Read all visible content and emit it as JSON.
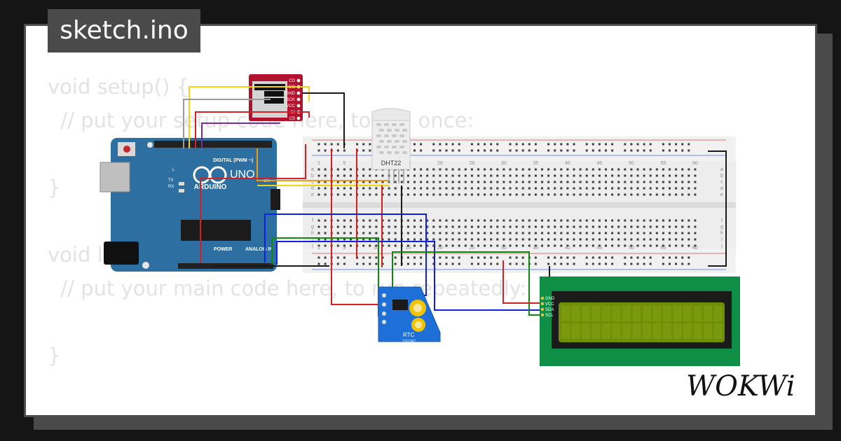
{
  "file_tab": {
    "title": "sketch.ino"
  },
  "code_lines": [
    "void setup() {",
    "  // put your setup code here, to run once:",
    "",
    "}",
    "",
    "void loop() {",
    "  // put your main code here, to run repeatedly:",
    "",
    "}"
  ],
  "arduino": {
    "board_name": "UNO",
    "brand": "ARDUINO",
    "digital_header": "DIGITAL (PWM ~)",
    "power_header": "POWER",
    "analog_header": "ANALOG IN",
    "led_labels": [
      "L",
      "TX",
      "RX",
      "ON"
    ],
    "color": "#2c6fa0"
  },
  "sd_module": {
    "pins": [
      "CD",
      "DO",
      "GND",
      "SCK",
      "VCC",
      "DI",
      "CS"
    ],
    "color": "#b3122e"
  },
  "dht22": {
    "label": "DHT22"
  },
  "rtc": {
    "label": "RTC",
    "chip": "DS1307",
    "color": "#1e6fd8"
  },
  "lcd": {
    "pins": [
      "GND",
      "VCC",
      "SDA",
      "SCL"
    ],
    "board_color": "#0f8f45",
    "screen_color": "#6f8f07"
  },
  "breadboard": {
    "column_numbers": [
      "1",
      "5",
      "10",
      "15",
      "20",
      "25",
      "30",
      "35",
      "40",
      "45",
      "50",
      "55",
      "60"
    ],
    "row_letters_top": [
      "a",
      "b",
      "c",
      "d",
      "e"
    ],
    "row_letters_bottom": [
      "f",
      "g",
      "h",
      "i",
      "j"
    ]
  },
  "wire_colors": {
    "red": "#d42020",
    "black": "#1a1a1a",
    "blue": "#1020e0",
    "green": "#0e8a0e",
    "yellow": "#f2d40f",
    "orange": "#f09a12",
    "purple": "#7a2c9e",
    "gray": "#9a9a9a"
  },
  "brand_logo": "WOKWi"
}
